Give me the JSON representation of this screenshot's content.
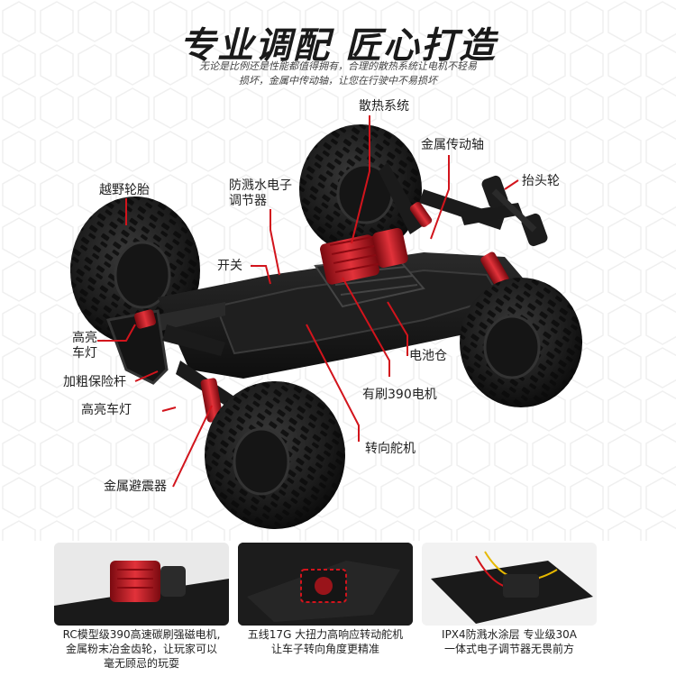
{
  "header": {
    "title": "专业调配 匠心打造",
    "subtitle_line1": "无论是比例还是性能都值得拥有，合理的散热系统让电机不轻易",
    "subtitle_line2": "损坏，金属中传动轴，让您在行驶中不易损坏"
  },
  "callouts": {
    "cooling": "散热系统",
    "metal_shaft": "金属传动轴",
    "wheelie_bar": "抬头轮",
    "offroad_tires": "越野轮胎",
    "esc_line1": "防溅水电子",
    "esc_line2": "调节器",
    "switch": "开关",
    "headlight_upper_line1": "高亮",
    "headlight_upper_line2": "车灯",
    "bumper": "加粗保险杆",
    "headlight_lower": "高亮车灯",
    "shock": "金属避震器",
    "battery": "电池仓",
    "motor": "有刷390电机",
    "servo": "转向舵机"
  },
  "panels": [
    {
      "caption_line1": "RC模型级390高速碳刷强磁电机,",
      "caption_line2": "金属粉末冶金齿轮，让玩家可以",
      "caption_line3": "毫无顾忌的玩耍"
    },
    {
      "caption_line1": "五线17G 大扭力高响应转动舵机",
      "caption_line2": "让车子转向角度更精准",
      "caption_line3": ""
    },
    {
      "caption_line1": "IPX4防溅水涂层 专业级30A",
      "caption_line2": "一体式电子调节器无畏前方",
      "caption_line3": ""
    }
  ],
  "colors": {
    "accent_red": "#c8141e",
    "chassis_black": "#161616",
    "tire_black": "#1b1b1b",
    "line_red": "#d2141c"
  }
}
